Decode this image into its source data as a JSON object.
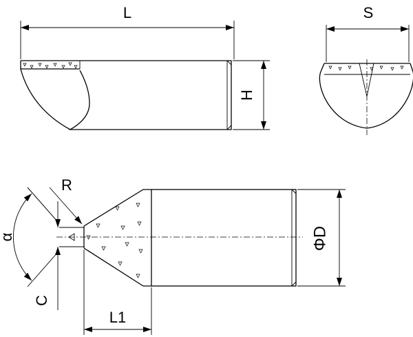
{
  "labels": {
    "length": "L",
    "width": "S",
    "height": "H",
    "radius": "R",
    "angle": "α",
    "chamfer": "C",
    "tip_length": "L1",
    "diameter": "ΦD"
  },
  "colors": {
    "line": "#000000",
    "background": "#ffffff"
  }
}
